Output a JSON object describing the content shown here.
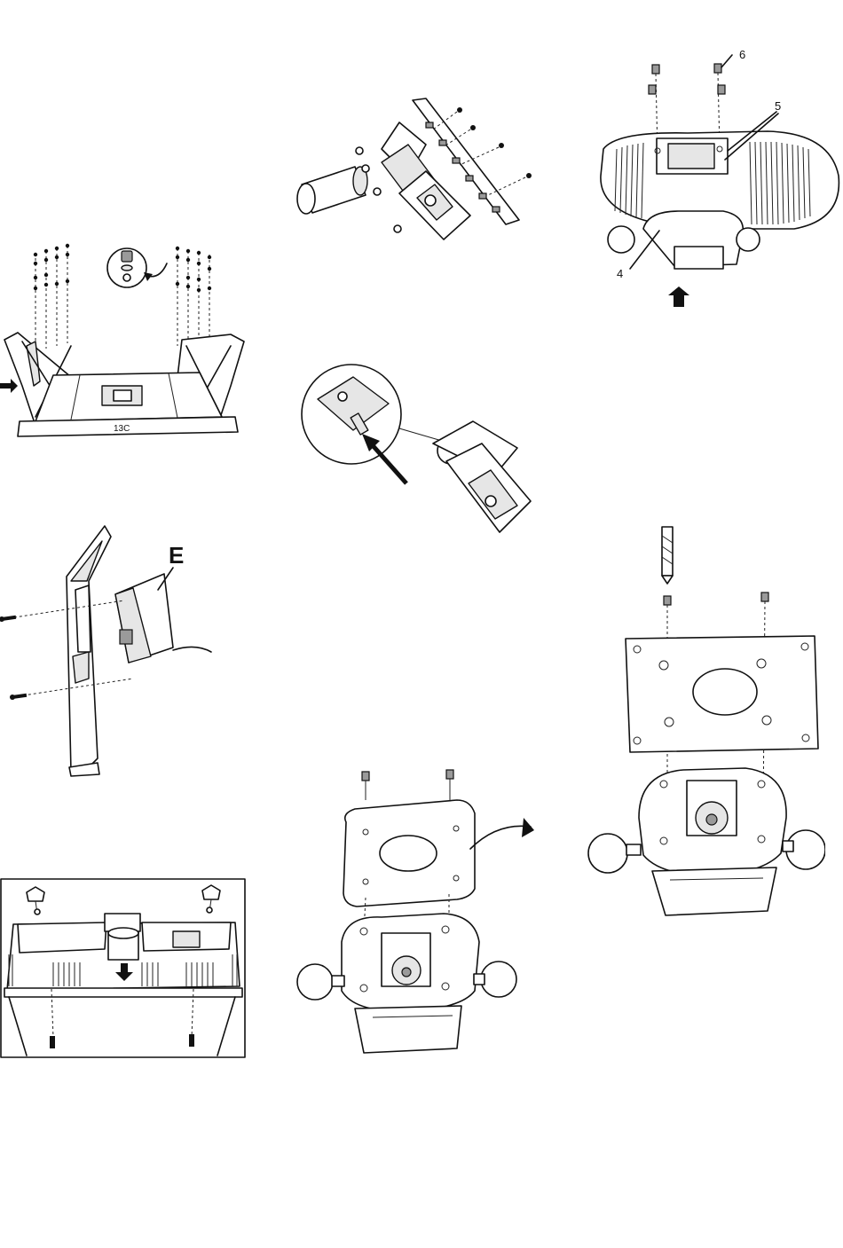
{
  "figures": {
    "table_frame": {
      "stamp": "13C"
    },
    "motor_mount": {
      "label": "E"
    },
    "base_plate": {
      "labels": {
        "callout_4": "4",
        "callout_5": "5",
        "callout_6": "6"
      }
    }
  },
  "icon_names": [
    "arrow-right-icon",
    "arrow-down-icon",
    "arrow-up-icon",
    "curved-arrow-icon",
    "screw-icon",
    "drill-bit-icon"
  ]
}
